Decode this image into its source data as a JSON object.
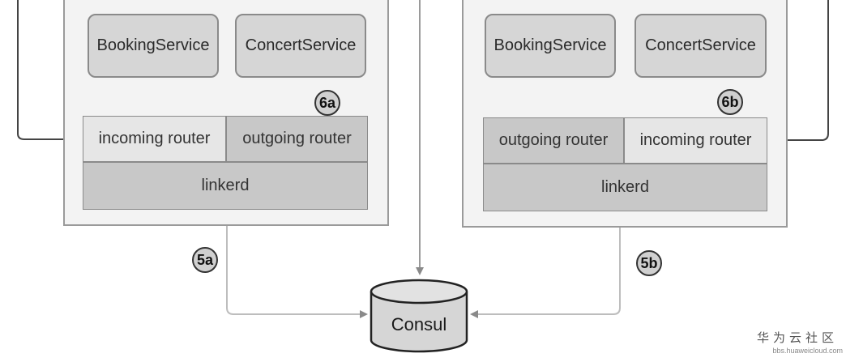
{
  "left_host": {
    "services": [
      "BookingService",
      "ConcertService"
    ],
    "incoming_router": "incoming router",
    "outgoing_router": "outgoing router",
    "proxy": "linkerd",
    "step_service": "6a",
    "step_registry": "5a"
  },
  "right_host": {
    "services": [
      "BookingService",
      "ConcertService"
    ],
    "incoming_router": "incoming router",
    "outgoing_router": "outgoing router",
    "proxy": "linkerd",
    "step_service": "6b",
    "step_registry": "5b"
  },
  "registry": {
    "label": "Consul"
  },
  "footer": {
    "name": "华为云社区",
    "url": "bbs.huaweicloud.com"
  },
  "colors": {
    "host_bg": "#f3f3f3",
    "service_bg": "#d6d6d6",
    "router_light": "#e6e6e6",
    "router_dark": "#c8c8c8",
    "line": "#9a9a9a"
  }
}
